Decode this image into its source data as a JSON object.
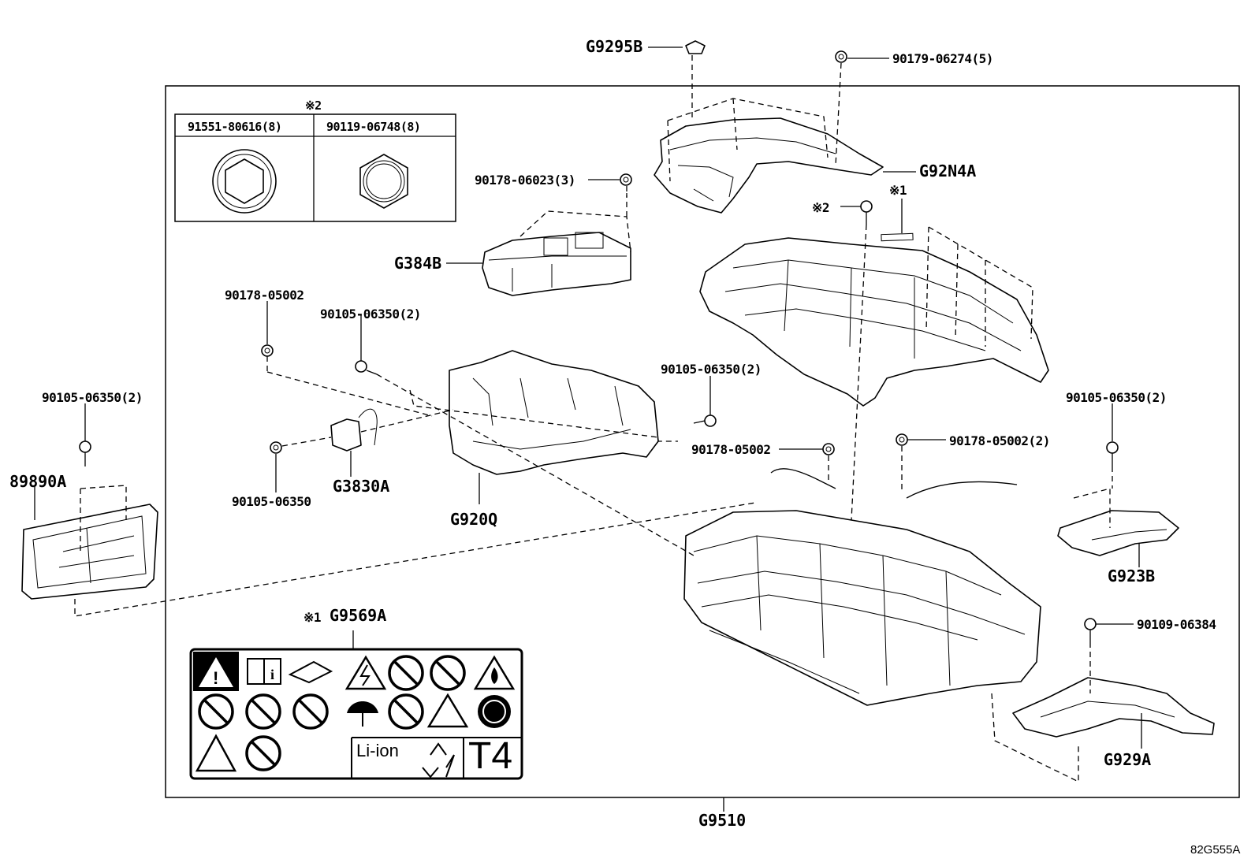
{
  "diagram_code": "82G555A",
  "assembly_label": "G9510",
  "table": {
    "note_mark": "※2",
    "col1": "91551-80616(8)",
    "col2": "90119-06748(8)"
  },
  "parts": {
    "g9295b": "G9295B",
    "p90179": "90179-06274(5)",
    "g92n4a": "G92N4A",
    "note1": "※1",
    "note2": "※2",
    "p90178_3": "90178-06023(3)",
    "g384b": "G384B",
    "p90178a": "90178-05002",
    "p90105b": "90105-06350(2)",
    "p90105c": "90105-06350(2)",
    "p90105a": "90105-06350(2)",
    "p89890a": "89890A",
    "p90105single": "90105-06350",
    "g3830a": "G3830A",
    "g920q": "G920Q",
    "p90178b": "90178-05002",
    "p90178_2": "90178-05002(2)",
    "p90105d": "90105-06350(2)",
    "g923b": "G923B",
    "p90109": "90109-06384",
    "g929a": "G929A",
    "g9569a_mark": "※1",
    "g9569a": "G9569A"
  },
  "label_panel": {
    "chemistry": "Li-ion",
    "code": "T4"
  }
}
